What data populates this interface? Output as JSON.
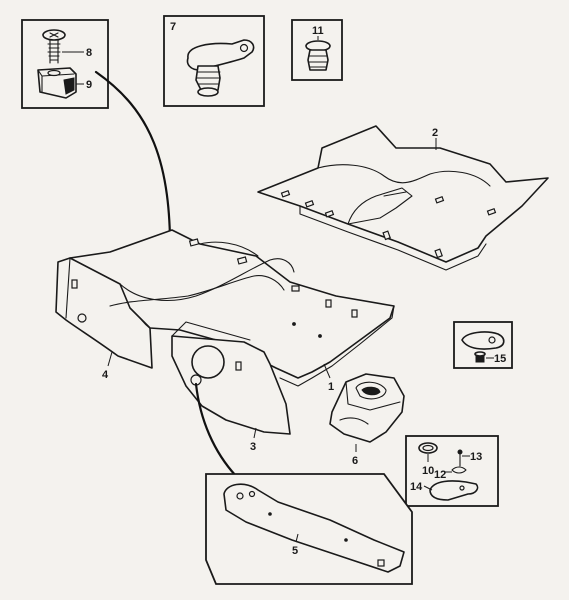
{
  "parts": [
    {
      "id": "floor-mat-front",
      "number": "1"
    },
    {
      "id": "floor-mat-rear",
      "number": "2"
    },
    {
      "id": "side-panel-right",
      "number": "3"
    },
    {
      "id": "side-panel-left",
      "number": "4"
    },
    {
      "id": "tunnel-strip",
      "number": "5"
    },
    {
      "id": "tunnel-cover",
      "number": "6"
    },
    {
      "id": "fastener-clip",
      "number": "7"
    },
    {
      "id": "screw",
      "number": "8"
    },
    {
      "id": "retainer",
      "number": "9"
    },
    {
      "id": "grommet",
      "number": "10"
    },
    {
      "id": "push-fastener",
      "number": "11"
    },
    {
      "id": "spring-clip",
      "number": "12"
    },
    {
      "id": "pin",
      "number": "13"
    },
    {
      "id": "bracket",
      "number": "14"
    },
    {
      "id": "nut-washer",
      "number": "15"
    }
  ]
}
